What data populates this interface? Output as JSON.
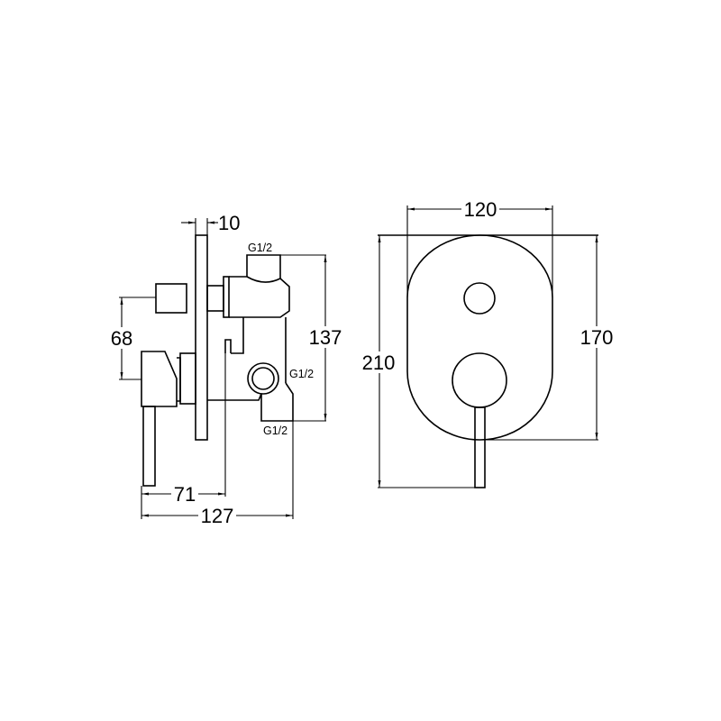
{
  "side_view": {
    "dims": {
      "plate_thickness": "10",
      "handle_offset": "68",
      "height": "137",
      "depth_to_plate": "71",
      "total_depth": "127"
    },
    "thread_labels": [
      "G1/2",
      "G1/2",
      "G1/2"
    ]
  },
  "front_view": {
    "dims": {
      "width": "120",
      "total_height": "210",
      "plate_height": "170"
    }
  },
  "colors": {
    "line": "#000000",
    "background": "#ffffff"
  }
}
